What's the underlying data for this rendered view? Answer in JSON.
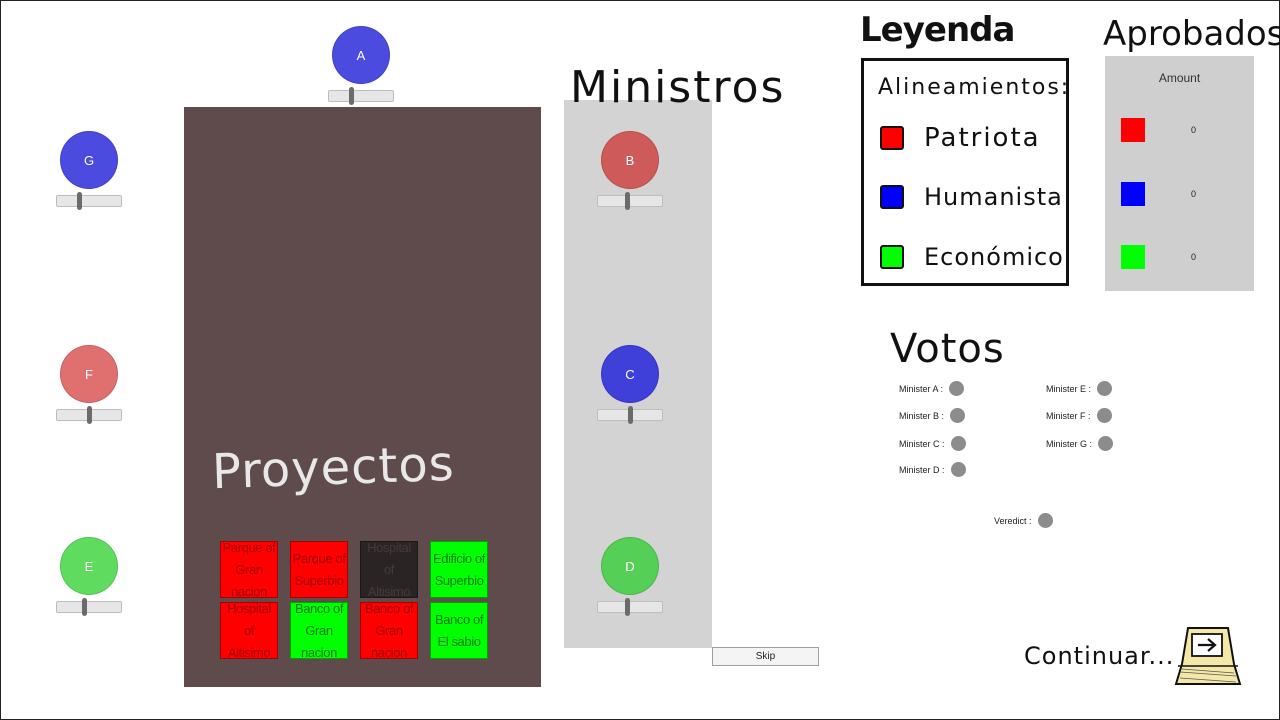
{
  "colors": {
    "patriota": "#ff0000",
    "humanista": "#0000ff",
    "economico": "#00ff00",
    "board": "#5f4b4b",
    "panel": "#d3d3d3",
    "vote_dot": "#8c8c8c"
  },
  "ministers": [
    {
      "label": "A",
      "color": "#4b4be0",
      "slider": 0.35
    },
    {
      "label": "G",
      "color": "#4b4be0",
      "slider": 0.35
    },
    {
      "label": "F",
      "color": "#e07070",
      "slider": 0.5
    },
    {
      "label": "E",
      "color": "#5fdc5f",
      "slider": 0.42
    },
    {
      "label": "B",
      "color": "#cf5a5a",
      "slider": 0.45
    },
    {
      "label": "C",
      "color": "#3f3fd9",
      "slider": 0.5
    },
    {
      "label": "D",
      "color": "#55cf55",
      "slider": 0.45
    }
  ],
  "headings": {
    "ministros": "Ministros",
    "proyectos": "Proyectos",
    "leyenda": "Leyenda",
    "aprobados": "Aprobados",
    "votos": "Votos",
    "continuar": "Continuar..."
  },
  "projects": [
    {
      "label": "Parque of Gran nacion",
      "alignment": "red"
    },
    {
      "label": "Parque of Superbio",
      "alignment": "red"
    },
    {
      "label": "Hospital of Altisimo",
      "alignment": "dark"
    },
    {
      "label": "Edificio of Superbio",
      "alignment": "green"
    },
    {
      "label": "Hospital of Altisimo",
      "alignment": "red"
    },
    {
      "label": "Banco of Gran nacion",
      "alignment": "green"
    },
    {
      "label": "Banco of Gran nacion",
      "alignment": "red"
    },
    {
      "label": "Banco of El sabio",
      "alignment": "green"
    }
  ],
  "skip_label": "Skip",
  "legend": {
    "title": "Alineamientos:",
    "items": [
      {
        "label": "Patriota",
        "color": "#ff0000"
      },
      {
        "label": "Humanista",
        "color": "#0000ff"
      },
      {
        "label": "Económico",
        "color": "#00ff00"
      }
    ]
  },
  "aprobados": {
    "header": "Amount",
    "rows": [
      {
        "color": "#ff0000",
        "value": "0"
      },
      {
        "color": "#0000ff",
        "value": "0"
      },
      {
        "color": "#00ff00",
        "value": "0"
      }
    ]
  },
  "votes": [
    {
      "label": "Minister A :"
    },
    {
      "label": "Minister B :"
    },
    {
      "label": "Minister C :"
    },
    {
      "label": "Minister D :"
    },
    {
      "label": "Minister E :"
    },
    {
      "label": "Minister F :"
    },
    {
      "label": "Minister G :"
    }
  ],
  "veredict_label": "Veredict :"
}
